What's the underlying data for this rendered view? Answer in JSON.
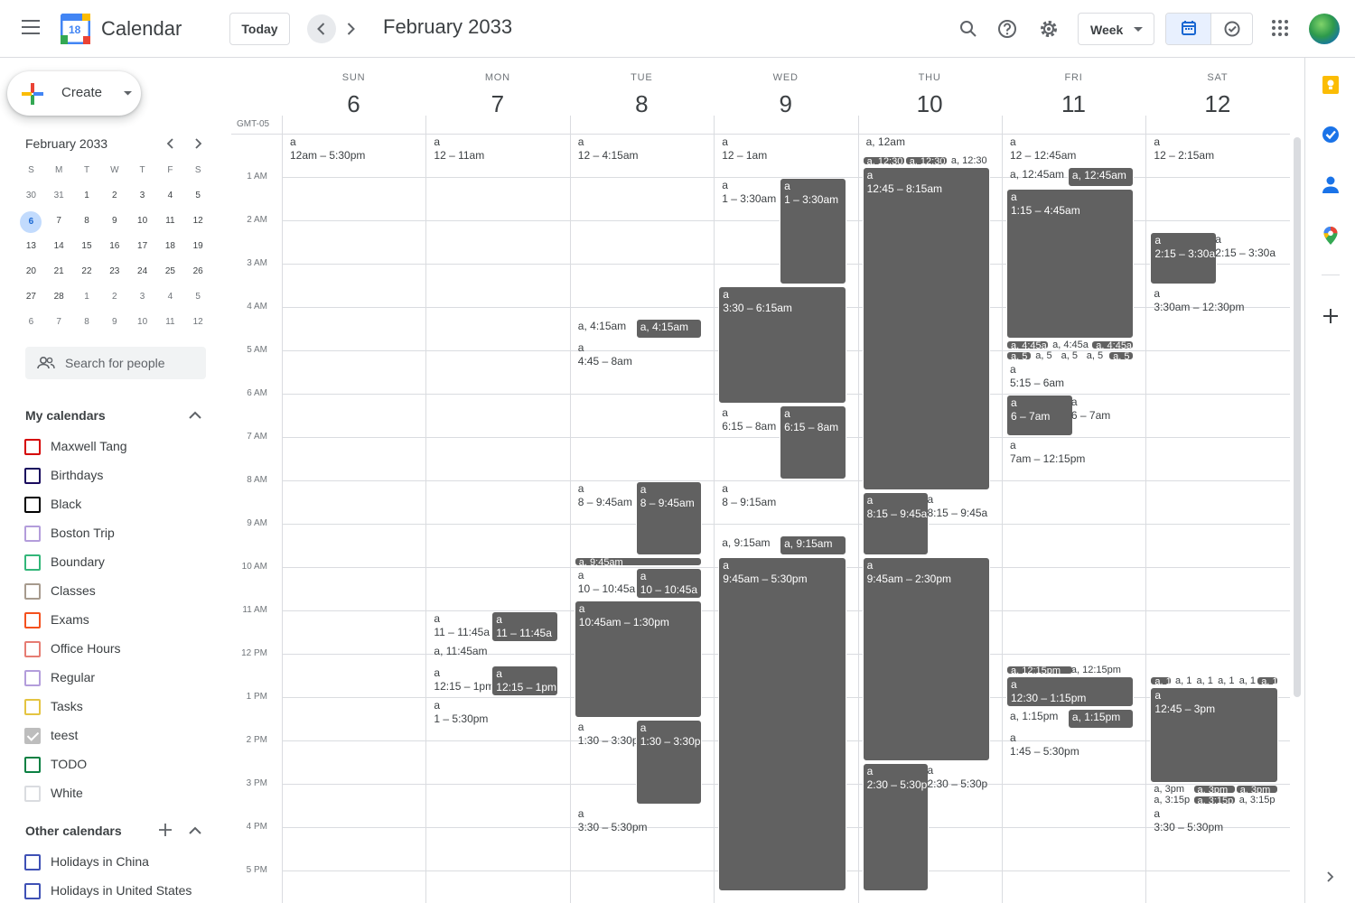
{
  "header": {
    "app_title": "Calendar",
    "logo_day": "18",
    "today_label": "Today",
    "month_title": "February 2033",
    "view_label": "Week"
  },
  "sidebar": {
    "create_label": "Create",
    "mini_calendar": {
      "title": "February 2033",
      "weekday_headers": [
        "S",
        "M",
        "T",
        "W",
        "T",
        "F",
        "S"
      ],
      "weeks": [
        [
          "30",
          "31",
          "1",
          "2",
          "3",
          "4",
          "5"
        ],
        [
          "6",
          "7",
          "8",
          "9",
          "10",
          "11",
          "12"
        ],
        [
          "13",
          "14",
          "15",
          "16",
          "17",
          "18",
          "19"
        ],
        [
          "20",
          "21",
          "22",
          "23",
          "24",
          "25",
          "26"
        ],
        [
          "27",
          "28",
          "1",
          "2",
          "3",
          "4",
          "5"
        ],
        [
          "6",
          "7",
          "8",
          "9",
          "10",
          "11",
          "12"
        ]
      ],
      "selected_day": "6"
    },
    "search_people_placeholder": "Search for people",
    "my_calendars_title": "My calendars",
    "my_calendars": [
      {
        "name": "Maxwell Tang",
        "color": "#d50000",
        "checked": false
      },
      {
        "name": "Birthdays",
        "color": "#1a0b5e",
        "checked": false
      },
      {
        "name": "Black",
        "color": "#000000",
        "checked": false
      },
      {
        "name": "Boston Trip",
        "color": "#b39ddb",
        "checked": false
      },
      {
        "name": "Boundary",
        "color": "#33b679",
        "checked": false
      },
      {
        "name": "Classes",
        "color": "#a79b8e",
        "checked": false
      },
      {
        "name": "Exams",
        "color": "#f4511e",
        "checked": false
      },
      {
        "name": "Office Hours",
        "color": "#e67c73",
        "checked": false
      },
      {
        "name": "Regular",
        "color": "#b39ddb",
        "checked": false
      },
      {
        "name": "Tasks",
        "color": "#e4c441",
        "checked": false
      },
      {
        "name": "teest",
        "color": "#bdbdbd",
        "checked": true
      },
      {
        "name": "TODO",
        "color": "#0b8043",
        "checked": false
      },
      {
        "name": "White",
        "color": "#dadce0",
        "checked": false
      }
    ],
    "other_calendars_title": "Other calendars",
    "other_calendars": [
      {
        "name": "Holidays in China",
        "color": "#3f51b5",
        "checked": false
      },
      {
        "name": "Holidays in United States",
        "color": "#3f51b5",
        "checked": false
      }
    ]
  },
  "grid": {
    "timezone": "GMT-05",
    "days": [
      {
        "dow": "SUN",
        "num": "6"
      },
      {
        "dow": "MON",
        "num": "7"
      },
      {
        "dow": "TUE",
        "num": "8"
      },
      {
        "dow": "WED",
        "num": "9"
      },
      {
        "dow": "THU",
        "num": "10"
      },
      {
        "dow": "FRI",
        "num": "11"
      },
      {
        "dow": "SAT",
        "num": "12"
      }
    ],
    "hours": [
      "1 AM",
      "2 AM",
      "3 AM",
      "4 AM",
      "5 AM",
      "6 AM",
      "7 AM",
      "8 AM",
      "9 AM",
      "10 AM",
      "11 AM",
      "12 PM",
      "1 PM",
      "2 PM",
      "3 PM",
      "4 PM",
      "5 PM"
    ]
  },
  "events": [
    {
      "day": 0,
      "start": 0,
      "end": 17.5,
      "col": 0,
      "cols": 1,
      "style": "light",
      "title": "a",
      "time": "12am – 5:30pm"
    },
    {
      "day": 1,
      "start": 0,
      "end": 11,
      "col": 0,
      "cols": 1,
      "style": "light",
      "title": "a",
      "time": "12 – 11am"
    },
    {
      "day": 1,
      "start": 11,
      "end": 11.75,
      "col": 0,
      "cols": 2,
      "style": "light",
      "title": "a",
      "time": "11 – 11:45a"
    },
    {
      "day": 1,
      "start": 11,
      "end": 11.75,
      "col": 1,
      "cols": 2,
      "style": "dark",
      "title": "a",
      "time": "11 – 11:45a"
    },
    {
      "day": 1,
      "start": 11.75,
      "end": 12.25,
      "col": 0,
      "cols": 1,
      "style": "light",
      "title": "a, 11:45am",
      "time": "",
      "inline": true
    },
    {
      "day": 1,
      "start": 12.25,
      "end": 13,
      "col": 0,
      "cols": 2,
      "style": "light",
      "title": "a",
      "time": "12:15 – 1pm"
    },
    {
      "day": 1,
      "start": 12.25,
      "end": 13,
      "col": 1,
      "cols": 2,
      "style": "dark",
      "title": "a",
      "time": "12:15 – 1pm"
    },
    {
      "day": 1,
      "start": 13,
      "end": 17.5,
      "col": 0,
      "cols": 1,
      "style": "light",
      "title": "a",
      "time": "1 – 5:30pm"
    },
    {
      "day": 2,
      "start": 0,
      "end": 4.25,
      "col": 0,
      "cols": 1,
      "style": "light",
      "title": "a",
      "time": "12 – 4:15am"
    },
    {
      "day": 2,
      "start": 4.25,
      "end": 4.75,
      "col": 0,
      "cols": 2,
      "style": "light",
      "title": "a, 4:15am",
      "time": "",
      "inline": true
    },
    {
      "day": 2,
      "start": 4.25,
      "end": 4.75,
      "col": 1,
      "cols": 2,
      "style": "dark",
      "title": "a, 4:15am",
      "time": "",
      "inline": true
    },
    {
      "day": 2,
      "start": 4.75,
      "end": 8,
      "col": 0,
      "cols": 1,
      "style": "light",
      "title": "a",
      "time": "4:45 – 8am"
    },
    {
      "day": 2,
      "start": 8,
      "end": 9.75,
      "col": 0,
      "cols": 2,
      "style": "light",
      "title": "a",
      "time": "8 – 9:45am"
    },
    {
      "day": 2,
      "start": 8,
      "end": 9.75,
      "col": 1,
      "cols": 2,
      "style": "dark",
      "title": "a",
      "time": "8 – 9:45am"
    },
    {
      "day": 2,
      "start": 9.75,
      "end": 10,
      "col": 0,
      "cols": 1,
      "style": "dark",
      "title": "a, 9:45am",
      "time": "",
      "inline": true,
      "small": true
    },
    {
      "day": 2,
      "start": 10,
      "end": 10.75,
      "col": 0,
      "cols": 2,
      "style": "light",
      "title": "a",
      "time": "10 – 10:45a"
    },
    {
      "day": 2,
      "start": 10,
      "end": 10.75,
      "col": 1,
      "cols": 2,
      "style": "dark",
      "title": "a",
      "time": "10 – 10:45a"
    },
    {
      "day": 2,
      "start": 10.75,
      "end": 13.5,
      "col": 0,
      "cols": 1,
      "style": "dark",
      "title": "a",
      "time": "10:45am – 1:30pm"
    },
    {
      "day": 2,
      "start": 13.5,
      "end": 15.5,
      "col": 0,
      "cols": 2,
      "style": "light",
      "title": "a",
      "time": "1:30 – 3:30p"
    },
    {
      "day": 2,
      "start": 13.5,
      "end": 15.5,
      "col": 1,
      "cols": 2,
      "style": "dark",
      "title": "a",
      "time": "1:30 – 3:30p"
    },
    {
      "day": 2,
      "start": 15.5,
      "end": 17.5,
      "col": 0,
      "cols": 1,
      "style": "light",
      "title": "a",
      "time": "3:30 – 5:30pm"
    },
    {
      "day": 3,
      "start": 0,
      "end": 1,
      "col": 0,
      "cols": 1,
      "style": "light",
      "title": "a",
      "time": "12 – 1am"
    },
    {
      "day": 3,
      "start": 1,
      "end": 3.5,
      "col": 0,
      "cols": 2,
      "style": "light",
      "title": "a",
      "time": "1 – 3:30am"
    },
    {
      "day": 3,
      "start": 1,
      "end": 3.5,
      "col": 1,
      "cols": 2,
      "style": "dark",
      "title": "a",
      "time": "1 – 3:30am"
    },
    {
      "day": 3,
      "start": 3.5,
      "end": 6.25,
      "col": 0,
      "cols": 1,
      "style": "dark",
      "title": "a",
      "time": "3:30 – 6:15am"
    },
    {
      "day": 3,
      "start": 6.25,
      "end": 8,
      "col": 0,
      "cols": 2,
      "style": "light",
      "title": "a",
      "time": "6:15 – 8am"
    },
    {
      "day": 3,
      "start": 6.25,
      "end": 8,
      "col": 1,
      "cols": 2,
      "style": "dark",
      "title": "a",
      "time": "6:15 – 8am"
    },
    {
      "day": 3,
      "start": 8,
      "end": 9.25,
      "col": 0,
      "cols": 1,
      "style": "light",
      "title": "a",
      "time": "8 – 9:15am"
    },
    {
      "day": 3,
      "start": 9.25,
      "end": 9.75,
      "col": 0,
      "cols": 2,
      "style": "light",
      "title": "a, 9:15am",
      "time": "",
      "inline": true
    },
    {
      "day": 3,
      "start": 9.25,
      "end": 9.75,
      "col": 1,
      "cols": 2,
      "style": "dark",
      "title": "a, 9:15am",
      "time": "",
      "inline": true
    },
    {
      "day": 3,
      "start": 9.75,
      "end": 17.5,
      "col": 0,
      "cols": 1,
      "style": "dark",
      "title": "a",
      "time": "9:45am – 5:30pm"
    },
    {
      "day": 4,
      "start": 0,
      "end": 0.5,
      "col": 0,
      "cols": 1,
      "style": "light",
      "title": "a, 12am",
      "time": "",
      "inline": true
    },
    {
      "day": 4,
      "start": 0.5,
      "end": 0.75,
      "col": 0,
      "cols": 3,
      "style": "dark",
      "title": "a, 12:30",
      "time": "",
      "inline": true,
      "small": true
    },
    {
      "day": 4,
      "start": 0.5,
      "end": 0.75,
      "col": 1,
      "cols": 3,
      "style": "dark",
      "title": "a, 12:30",
      "time": "",
      "inline": true,
      "small": true
    },
    {
      "day": 4,
      "start": 0.5,
      "end": 0.75,
      "col": 2,
      "cols": 3,
      "style": "light",
      "title": "a, 12:30",
      "time": "",
      "inline": true,
      "small": true
    },
    {
      "day": 4,
      "start": 0.75,
      "end": 8.25,
      "col": 0,
      "cols": 1,
      "style": "dark",
      "title": "a",
      "time": "12:45 – 8:15am"
    },
    {
      "day": 4,
      "start": 8.25,
      "end": 9.75,
      "col": 0,
      "cols": 2,
      "style": "dark",
      "title": "a",
      "time": "8:15 – 9:45a"
    },
    {
      "day": 4,
      "start": 8.25,
      "end": 9.75,
      "col": 1,
      "cols": 2,
      "style": "light",
      "title": "a",
      "time": "8:15 – 9:45a"
    },
    {
      "day": 4,
      "start": 9.75,
      "end": 14.5,
      "col": 0,
      "cols": 1,
      "style": "dark",
      "title": "a",
      "time": "9:45am – 2:30pm"
    },
    {
      "day": 4,
      "start": 14.5,
      "end": 17.5,
      "col": 0,
      "cols": 2,
      "style": "dark",
      "title": "a",
      "time": "2:30 – 5:30p"
    },
    {
      "day": 4,
      "start": 14.5,
      "end": 17.5,
      "col": 1,
      "cols": 2,
      "style": "light",
      "title": "a",
      "time": "2:30 – 5:30p"
    },
    {
      "day": 5,
      "start": 0,
      "end": 0.75,
      "col": 0,
      "cols": 1,
      "style": "light",
      "title": "a",
      "time": "12 – 12:45am"
    },
    {
      "day": 5,
      "start": 0.75,
      "end": 1.25,
      "col": 0,
      "cols": 2,
      "style": "light",
      "title": "a, 12:45am",
      "time": "",
      "inline": true
    },
    {
      "day": 5,
      "start": 0.75,
      "end": 1.25,
      "col": 1,
      "cols": 2,
      "style": "dark",
      "title": "a, 12:45am",
      "time": "",
      "inline": true
    },
    {
      "day": 5,
      "start": 1.25,
      "end": 4.75,
      "col": 0,
      "cols": 1,
      "style": "dark",
      "title": "a",
      "time": "1:15 – 4:45am"
    },
    {
      "day": 5,
      "start": 4.75,
      "end": 5,
      "col": 0,
      "cols": 3,
      "style": "dark",
      "title": "a, 4:45a",
      "time": "",
      "inline": true,
      "small": true
    },
    {
      "day": 5,
      "start": 4.75,
      "end": 5,
      "col": 1,
      "cols": 3,
      "style": "light",
      "title": "a, 4:45a",
      "time": "",
      "inline": true,
      "small": true
    },
    {
      "day": 5,
      "start": 4.75,
      "end": 5,
      "col": 2,
      "cols": 3,
      "style": "dark",
      "title": "a, 4:45a",
      "time": "",
      "inline": true,
      "small": true
    },
    {
      "day": 5,
      "start": 5,
      "end": 5.25,
      "col": 0,
      "cols": 5,
      "style": "dark",
      "title": "a, 5",
      "time": "",
      "inline": true,
      "small": true
    },
    {
      "day": 5,
      "start": 5,
      "end": 5.25,
      "col": 1,
      "cols": 5,
      "style": "light",
      "title": "a, 5",
      "time": "",
      "inline": true,
      "small": true
    },
    {
      "day": 5,
      "start": 5,
      "end": 5.25,
      "col": 2,
      "cols": 5,
      "style": "light",
      "title": "a, 5",
      "time": "",
      "inline": true,
      "small": true
    },
    {
      "day": 5,
      "start": 5,
      "end": 5.25,
      "col": 3,
      "cols": 5,
      "style": "light",
      "title": "a, 5",
      "time": "",
      "inline": true,
      "small": true
    },
    {
      "day": 5,
      "start": 5,
      "end": 5.25,
      "col": 4,
      "cols": 5,
      "style": "dark",
      "title": "a, 5",
      "time": "",
      "inline": true,
      "small": true
    },
    {
      "day": 5,
      "start": 5.25,
      "end": 6,
      "col": 0,
      "cols": 1,
      "style": "light",
      "title": "a",
      "time": "5:15 – 6am"
    },
    {
      "day": 5,
      "start": 6,
      "end": 7,
      "col": 0,
      "cols": 2,
      "style": "dark",
      "title": "a",
      "time": "6 – 7am"
    },
    {
      "day": 5,
      "start": 6,
      "end": 7,
      "col": 1,
      "cols": 2,
      "style": "light",
      "title": "a",
      "time": "6 – 7am"
    },
    {
      "day": 5,
      "start": 7,
      "end": 12.25,
      "col": 0,
      "cols": 1,
      "style": "light",
      "title": "a",
      "time": "7am – 12:15pm"
    },
    {
      "day": 5,
      "start": 12.25,
      "end": 12.5,
      "col": 0,
      "cols": 2,
      "style": "dark",
      "title": "a, 12:15pm",
      "time": "",
      "inline": true,
      "small": true
    },
    {
      "day": 5,
      "start": 12.25,
      "end": 12.5,
      "col": 1,
      "cols": 2,
      "style": "light",
      "title": "a, 12:15pm",
      "time": "",
      "inline": true,
      "small": true
    },
    {
      "day": 5,
      "start": 12.5,
      "end": 13.25,
      "col": 0,
      "cols": 1,
      "style": "dark",
      "title": "a",
      "time": "12:30 – 1:15pm"
    },
    {
      "day": 5,
      "start": 13.25,
      "end": 13.75,
      "col": 0,
      "cols": 2,
      "style": "light",
      "title": "a, 1:15pm",
      "time": "",
      "inline": true
    },
    {
      "day": 5,
      "start": 13.25,
      "end": 13.75,
      "col": 1,
      "cols": 2,
      "style": "dark",
      "title": "a, 1:15pm",
      "time": "",
      "inline": true
    },
    {
      "day": 5,
      "start": 13.75,
      "end": 17.5,
      "col": 0,
      "cols": 1,
      "style": "light",
      "title": "a",
      "time": "1:45 – 5:30pm"
    },
    {
      "day": 6,
      "start": 0,
      "end": 2.25,
      "col": 0,
      "cols": 1,
      "style": "light",
      "title": "a",
      "time": "12 – 2:15am"
    },
    {
      "day": 6,
      "start": 2.25,
      "end": 3.5,
      "col": 0,
      "cols": 2,
      "style": "dark",
      "title": "a",
      "time": "2:15 – 3:30a"
    },
    {
      "day": 6,
      "start": 2.25,
      "end": 3.5,
      "col": 1,
      "cols": 2,
      "style": "light",
      "title": "a",
      "time": "2:15 – 3:30a"
    },
    {
      "day": 6,
      "start": 3.5,
      "end": 12.5,
      "col": 0,
      "cols": 1,
      "style": "light",
      "title": "a",
      "time": "3:30am – 12:30pm"
    },
    {
      "day": 6,
      "start": 12.5,
      "end": 12.75,
      "col": 0,
      "cols": 6,
      "style": "dark",
      "title": "a, 1",
      "time": "",
      "inline": true,
      "small": true
    },
    {
      "day": 6,
      "start": 12.5,
      "end": 12.75,
      "col": 1,
      "cols": 6,
      "style": "light",
      "title": "a, 1",
      "time": "",
      "inline": true,
      "small": true
    },
    {
      "day": 6,
      "start": 12.5,
      "end": 12.75,
      "col": 2,
      "cols": 6,
      "style": "light",
      "title": "a, 1",
      "time": "",
      "inline": true,
      "small": true
    },
    {
      "day": 6,
      "start": 12.5,
      "end": 12.75,
      "col": 3,
      "cols": 6,
      "style": "light",
      "title": "a, 1",
      "time": "",
      "inline": true,
      "small": true
    },
    {
      "day": 6,
      "start": 12.5,
      "end": 12.75,
      "col": 4,
      "cols": 6,
      "style": "light",
      "title": "a, 1",
      "time": "",
      "inline": true,
      "small": true
    },
    {
      "day": 6,
      "start": 12.5,
      "end": 12.75,
      "col": 5,
      "cols": 6,
      "style": "dark",
      "title": "a, 1",
      "time": "",
      "inline": true,
      "small": true
    },
    {
      "day": 6,
      "start": 12.75,
      "end": 15,
      "col": 0,
      "cols": 1,
      "style": "dark",
      "title": "a",
      "time": "12:45 – 3pm"
    },
    {
      "day": 6,
      "start": 15,
      "end": 15.25,
      "col": 0,
      "cols": 3,
      "style": "light",
      "title": "a, 3pm",
      "time": "",
      "inline": true,
      "small": true
    },
    {
      "day": 6,
      "start": 15,
      "end": 15.25,
      "col": 1,
      "cols": 3,
      "style": "dark",
      "title": "a, 3pm",
      "time": "",
      "inline": true,
      "small": true
    },
    {
      "day": 6,
      "start": 15,
      "end": 15.25,
      "col": 2,
      "cols": 3,
      "style": "dark",
      "title": "a, 3pm",
      "time": "",
      "inline": true,
      "small": true
    },
    {
      "day": 6,
      "start": 15.25,
      "end": 15.5,
      "col": 0,
      "cols": 3,
      "style": "light",
      "title": "a, 3:15p",
      "time": "",
      "inline": true,
      "small": true
    },
    {
      "day": 6,
      "start": 15.25,
      "end": 15.5,
      "col": 1,
      "cols": 3,
      "style": "dark",
      "title": "a, 3:15p",
      "time": "",
      "inline": true,
      "small": true
    },
    {
      "day": 6,
      "start": 15.25,
      "end": 15.5,
      "col": 2,
      "cols": 3,
      "style": "light",
      "title": "a, 3:15p",
      "time": "",
      "inline": true,
      "small": true
    },
    {
      "day": 6,
      "start": 15.5,
      "end": 17.5,
      "col": 0,
      "cols": 1,
      "style": "light",
      "title": "a",
      "time": "3:30 – 5:30pm"
    }
  ]
}
